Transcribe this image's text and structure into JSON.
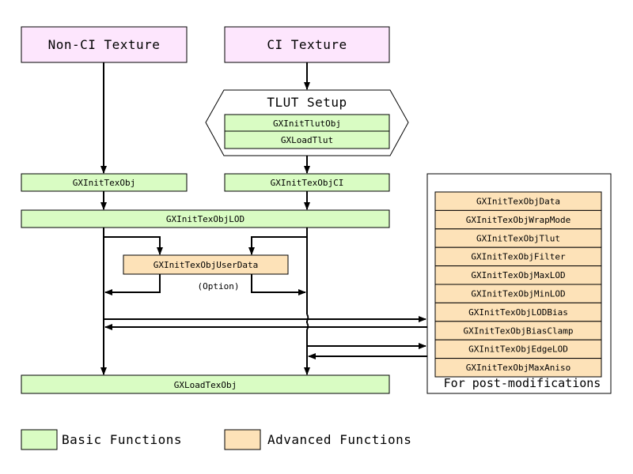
{
  "colors": {
    "input_box": "#fde6fd",
    "basic": "#d9fcc3",
    "advanced": "#fde2b8",
    "line": "#000000"
  },
  "inputs": {
    "non_ci": "Non-CI Texture",
    "ci": "CI Texture"
  },
  "tlut": {
    "title": "TLUT Setup",
    "functions": [
      "GXInitTlutObj",
      "GXLoadTlut"
    ]
  },
  "basic": {
    "init_tex_obj": "GXInitTexObj",
    "init_tex_obj_ci": "GXInitTexObjCI",
    "init_tex_obj_lod": "GXInitTexObjLOD",
    "load_tex_obj": "GXLoadTexObj"
  },
  "advanced": {
    "user_data": "GXInitTexObjUserData",
    "option": "(Option)"
  },
  "post_modifications": {
    "title": "For post-modifications",
    "functions": [
      "GXInitTexObjData",
      "GXInitTexObjWrapMode",
      "GXInitTexObjTlut",
      "GXInitTexObjFilter",
      "GXInitTexObjMaxLOD",
      "GXInitTexObjMinLOD",
      "GXInitTexObjLODBias",
      "GXInitTexObjBiasClamp",
      "GXInitTexObjEdgeLOD",
      "GXInitTexObjMaxAniso"
    ]
  },
  "legend": {
    "basic": "Basic Functions",
    "advanced": "Advanced Functions"
  }
}
